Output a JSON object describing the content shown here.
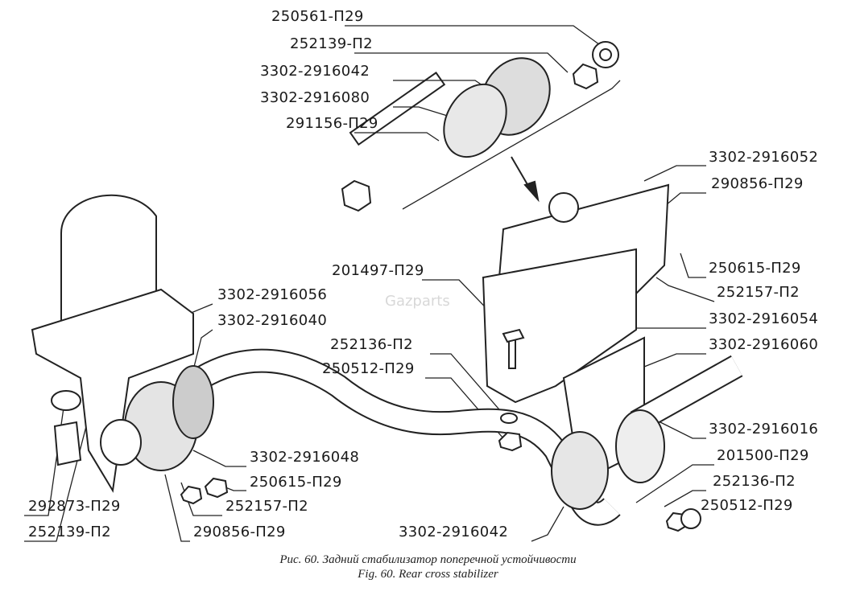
{
  "labels": {
    "nut_top": "250561-П29",
    "washer_top": "252139-П2",
    "bushing_top": "3302-2916042",
    "sleeve_top": "3302-2916080",
    "bolt_top": "291156-П29",
    "bracket_upper": "3302-2916052",
    "bolt_upper_right": "290856-П29",
    "bolt_middle": "201497-П29",
    "nut_right": "250615-П29",
    "washer_right": "252157-П2",
    "clamp_left": "3302-2916056",
    "bushing_left": "3302-2916040",
    "bracket_lower": "3302-2916054",
    "washer_middle": "252136-П2",
    "link_right": "3302-2916060",
    "nut_middle": "250512-П29",
    "bar": "3302-2916016",
    "clamp_bottom": "3302-2916048",
    "bolt_bottom_right": "201500-П29",
    "nut_bottom": "250615-П29",
    "washer_bottom_right": "252136-П2",
    "washer_bottom": "252157-П2",
    "nut_left": "292873-П29",
    "nut_bottom_right": "250512-П29",
    "washer_left": "252139-П2",
    "bolt_bottom": "290856-П29",
    "bushing_bottom": "3302-2916042"
  },
  "watermark": "Gazparts",
  "caption": {
    "ru": "Рис. 60. Задний стабилизатор поперечной устойчивости",
    "en": "Fig. 60. Rear cross stabilizer"
  }
}
